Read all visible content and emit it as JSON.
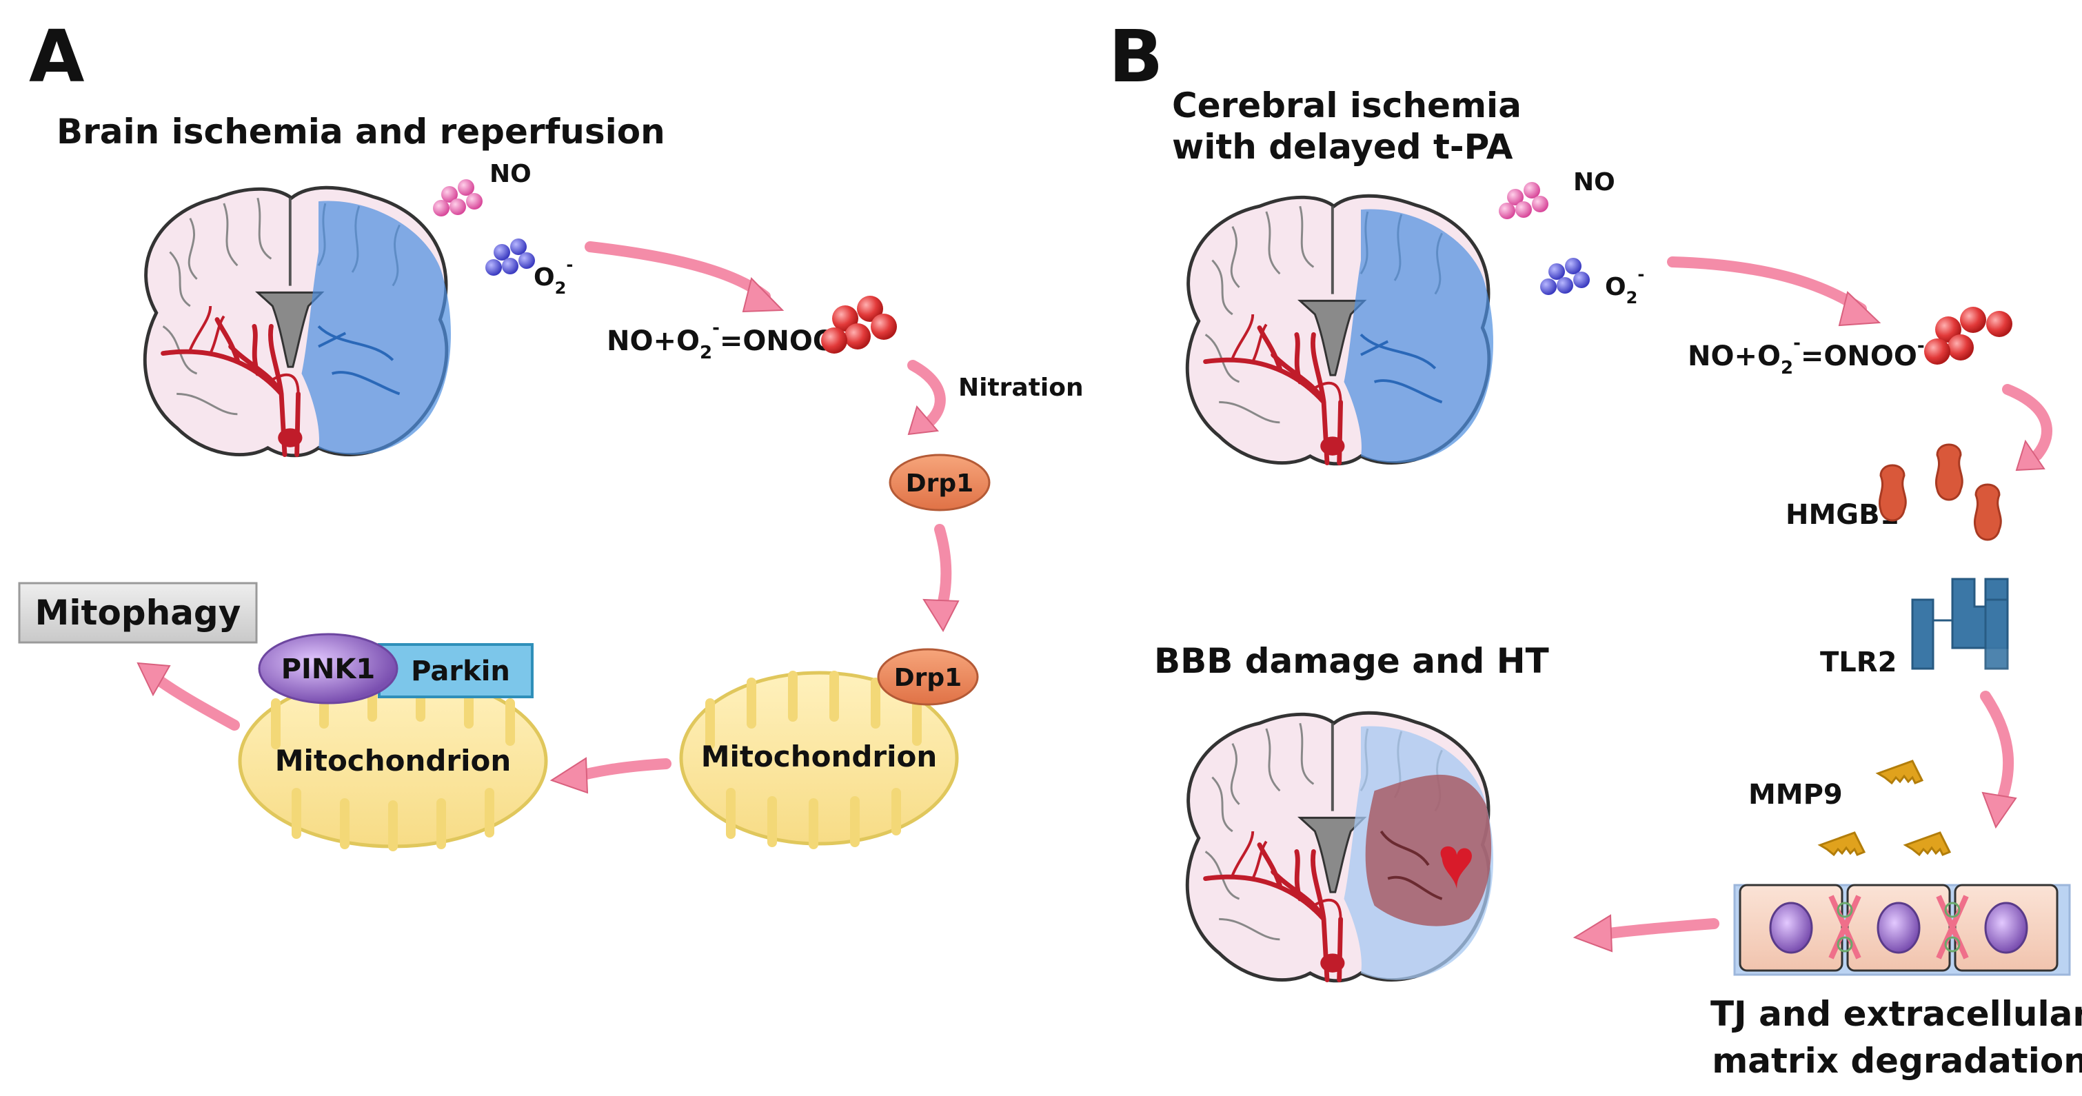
{
  "panel_a": {
    "letter": "A",
    "title": "Brain ischemia and reperfusion",
    "no_label": "NO",
    "superoxide_label": "O",
    "superoxide_sub": "2",
    "superoxide_sup": "-",
    "reaction": {
      "part1": "NO+O",
      "sub": "2",
      "sup1": "-",
      "part2": "=ONOO",
      "sup2": "-"
    },
    "nitration_label": "Nitration",
    "drp1_label": "Drp1",
    "drp1_mito_label": "Drp1",
    "mito_right_label": "Mitochondrion",
    "mito_left_label": "Mitochondrion",
    "pink1_label": "PINK1",
    "parkin_label": "Parkin",
    "mitophagy_label": "Mitophagy"
  },
  "panel_b": {
    "letter": "B",
    "title_line1": "Cerebral ischemia",
    "title_line2": "with delayed t-PA",
    "no_label": "NO",
    "superoxide_label": "O",
    "superoxide_sub": "2",
    "superoxide_sup": "-",
    "reaction": {
      "part1": "NO+O",
      "sub": "2",
      "sup1": "-",
      "part2": "=ONOO",
      "sup2": "-"
    },
    "hmgb1_label": "HMGB1",
    "tlr2_label": "TLR2",
    "mmp9_label": "MMP9",
    "bbb_label": "BBB damage and HT",
    "tj_line1": "TJ and extracellular",
    "tj_line2": "matrix degradation"
  },
  "colors": {
    "arrow": "#f48ca8",
    "ischemia_blue": "#4d8fe0",
    "hemorrhage": "#a7565f",
    "drp1": "#ee8a5e",
    "pink1": "#a583c7",
    "parkin": "#7cc6ea",
    "mitochondrion": "#fbe59a",
    "no_molecule": "#e35aa4",
    "superoxide_molecule": "#4a4ad0",
    "peroxynitrite_molecule": "#e23a3a",
    "hmgb1": "#d9583a",
    "tlr2": "#3b77a6",
    "mmp9": "#e0a21d"
  }
}
